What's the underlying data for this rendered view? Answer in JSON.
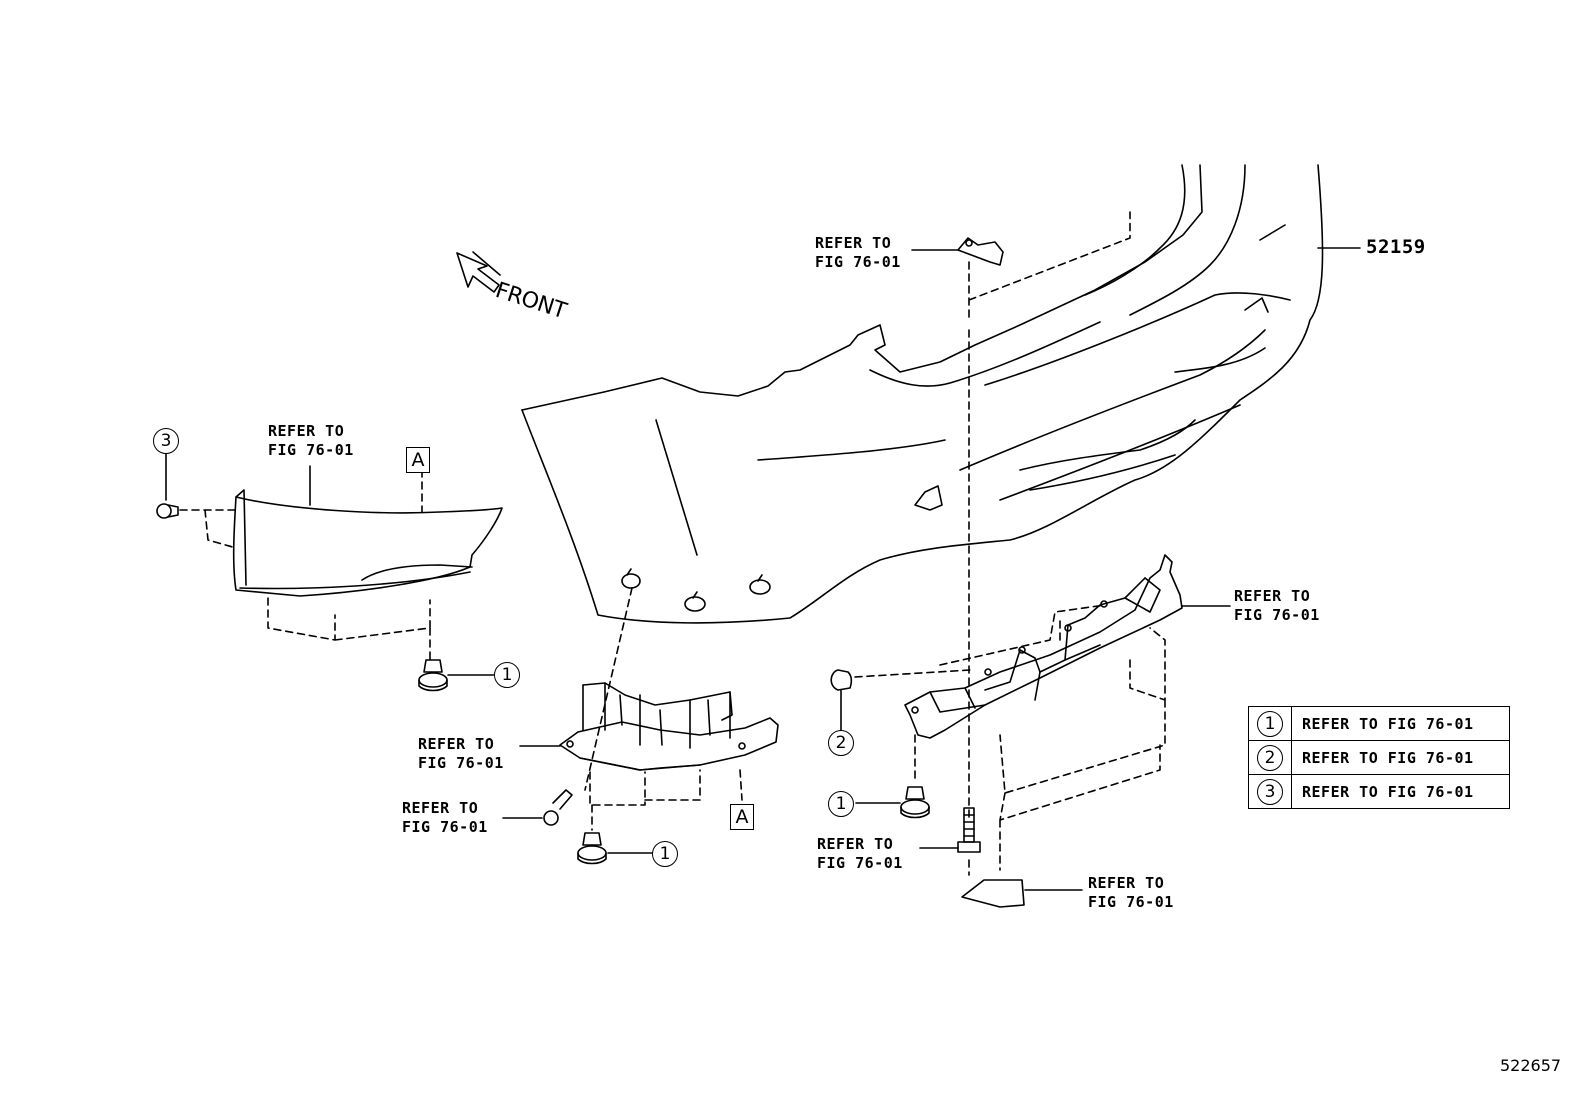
{
  "part_number": "52159",
  "front_label": "FRONT",
  "reference_box_label": "A",
  "image_id": "522657",
  "callouts": [
    {
      "line1": "REFER TO",
      "line2": "FIG 76-01"
    },
    {
      "line1": "REFER TO",
      "line2": "FIG 76-01"
    },
    {
      "line1": "REFER TO",
      "line2": "FIG 76-01"
    },
    {
      "line1": "REFER TO",
      "line2": "FIG 76-01"
    },
    {
      "line1": "REFER TO",
      "line2": "FIG 76-01"
    },
    {
      "line1": "REFER TO",
      "line2": "FIG 76-01"
    },
    {
      "line1": "REFER TO",
      "line2": "FIG 76-01"
    }
  ],
  "markers": {
    "one": "1",
    "two": "2",
    "three": "3"
  },
  "legend": [
    {
      "num": "1",
      "text": "REFER TO FIG 76-01"
    },
    {
      "num": "2",
      "text": "REFER TO FIG 76-01"
    },
    {
      "num": "3",
      "text": "REFER TO FIG 76-01"
    }
  ]
}
